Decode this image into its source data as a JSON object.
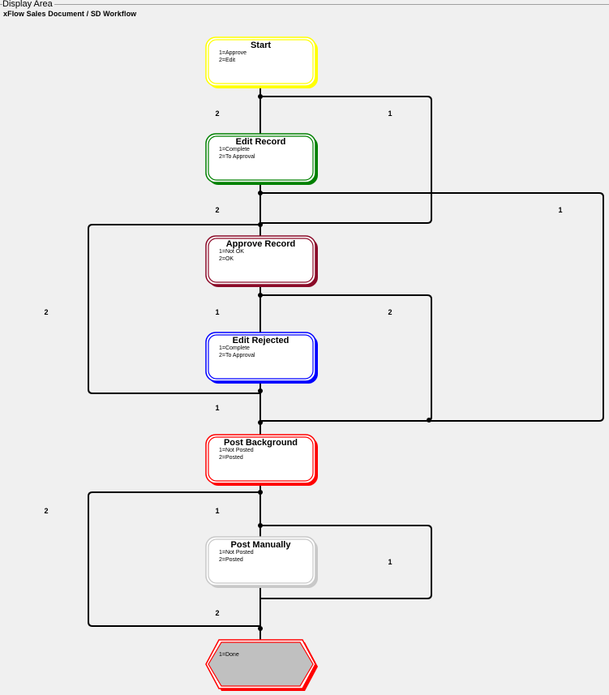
{
  "display_area_label": "Display Area",
  "workflow_title": "xFlow Sales Document / SD Workflow",
  "nodes": [
    {
      "id": "start",
      "title": "Start",
      "options": [
        "1=Approve",
        "2=Edit"
      ],
      "color": "#ffff00"
    },
    {
      "id": "edit-record",
      "title": "Edit Record",
      "options": [
        "1=Complete",
        "2=To Approval"
      ],
      "color": "#008000"
    },
    {
      "id": "approve-record",
      "title": "Approve Record",
      "options": [
        "1=Not OK",
        "2=OK"
      ],
      "color": "#8b0a28"
    },
    {
      "id": "edit-rejected",
      "title": "Edit Rejected",
      "options": [
        "1=Complete",
        "2=To Approval"
      ],
      "color": "#0000ff"
    },
    {
      "id": "post-background",
      "title": "Post Background",
      "options": [
        "1=Not Posted",
        "2=Posted"
      ],
      "color": "#ff0000"
    },
    {
      "id": "post-manually",
      "title": "Post Manually",
      "options": [
        "1=Not Posted",
        "2=Posted"
      ],
      "color": "#c8c8c8"
    },
    {
      "id": "done",
      "title": "",
      "options": [
        "1=Done"
      ],
      "color": "#ff0000",
      "fill": "#c0c0c0"
    }
  ],
  "edges": [
    {
      "from": "start",
      "to": "edit-record",
      "label": "2"
    },
    {
      "from": "start",
      "to": "approve-record",
      "label": "1"
    },
    {
      "from": "edit-record",
      "to": "approve-record",
      "label": "2"
    },
    {
      "from": "edit-record",
      "to": "post-background",
      "label": "1"
    },
    {
      "from": "approve-record",
      "to": "edit-rejected",
      "label": "1"
    },
    {
      "from": "approve-record",
      "to": "post-background",
      "label": "2"
    },
    {
      "from": "edit-rejected",
      "to": "approve-record",
      "label": "2"
    },
    {
      "from": "edit-rejected",
      "to": "post-background",
      "label": "1"
    },
    {
      "from": "post-background",
      "to": "post-manually",
      "label": "1"
    },
    {
      "from": "post-background",
      "to": "done",
      "label": "2"
    },
    {
      "from": "post-manually",
      "to": "post-manually",
      "label": "1"
    },
    {
      "from": "post-manually",
      "to": "done",
      "label": "2"
    }
  ]
}
